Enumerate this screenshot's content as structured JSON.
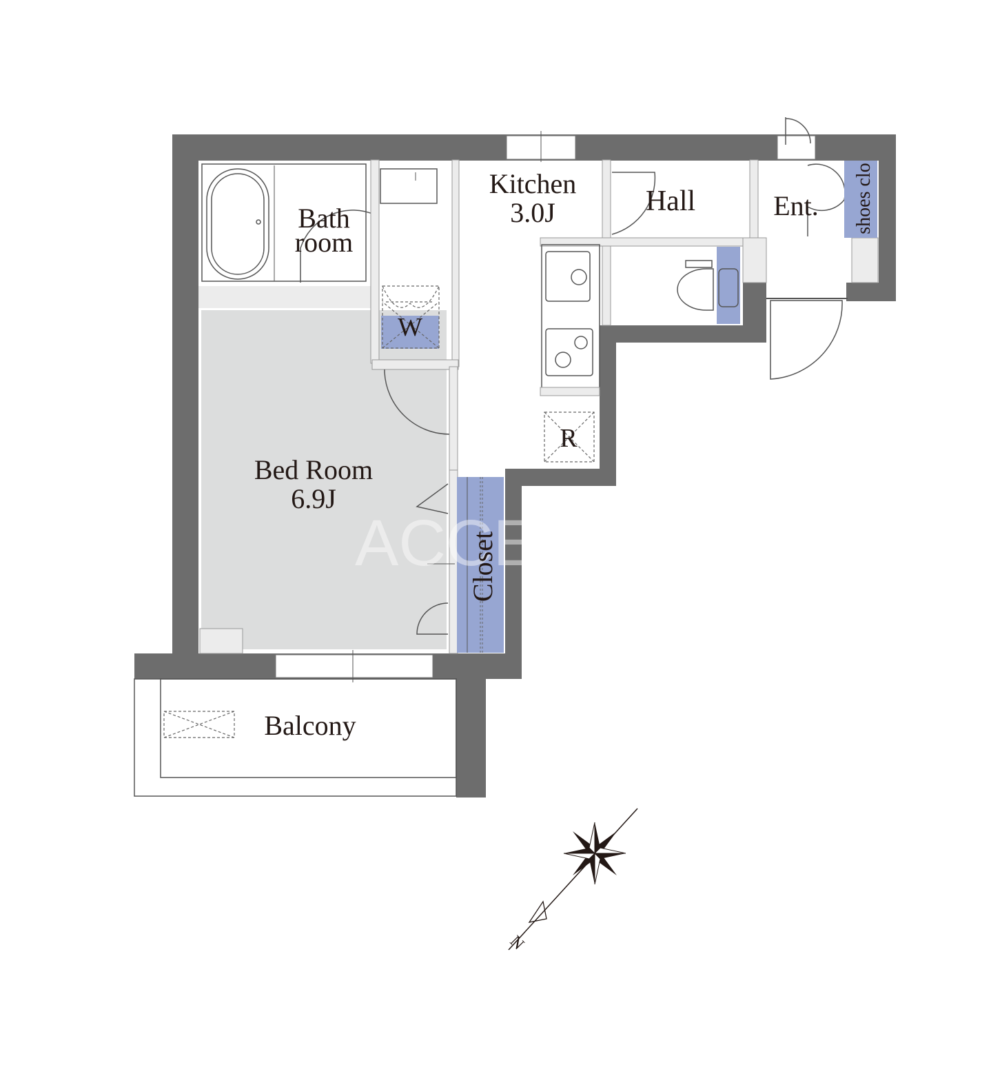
{
  "rooms": {
    "bathroom": {
      "line1": "Bath",
      "line2": "room"
    },
    "kitchen": {
      "name": "Kitchen",
      "size": "3.0J"
    },
    "hall": {
      "name": "Hall"
    },
    "entrance": {
      "name": "Ent."
    },
    "shoes_closet": {
      "name": "shoes clo"
    },
    "washer": {
      "name": "W"
    },
    "refrigerator": {
      "name": "R"
    },
    "bedroom": {
      "name": "Bed Room",
      "size": "6.9J"
    },
    "closet": {
      "name": "Closet"
    },
    "balcony": {
      "name": "Balcony"
    }
  },
  "compass": {
    "north_label": "N"
  },
  "watermark": "ACCE",
  "colors": {
    "wall": "#6d6d6d",
    "storage": "#97a6d2",
    "bedroom_floor": "#dcdddd"
  }
}
